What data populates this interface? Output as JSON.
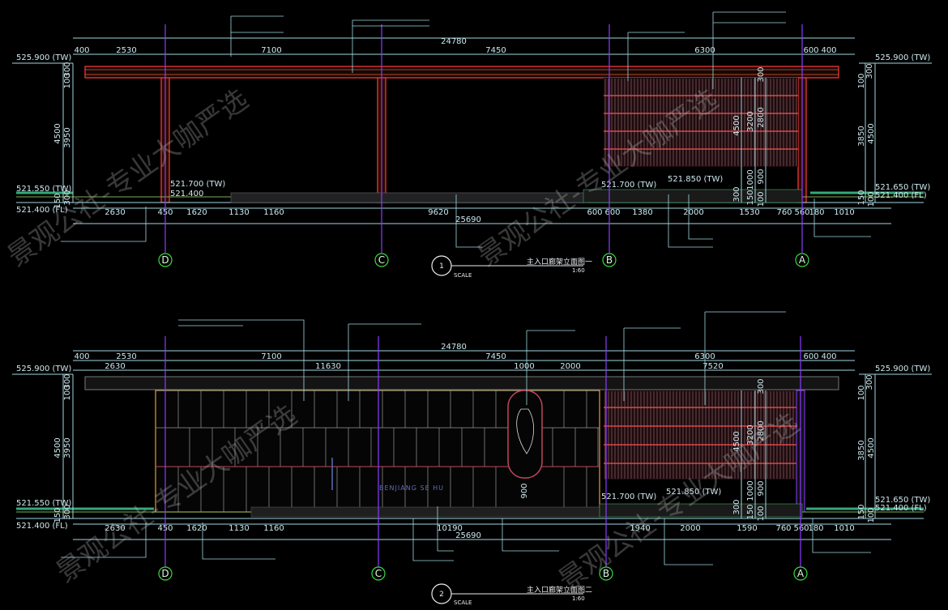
{
  "colors": {
    "background": "#000000",
    "dimension": "#9fd6e0",
    "structure_red": "#ff3b3b",
    "post_orange": "#e0a030",
    "grid_circle": "#3cdc3c",
    "axis_purple": "#8a3cff",
    "screen_maroon": "#c0485c",
    "watermark": "#c8c8c8"
  },
  "elevation1": {
    "title": "主入口廊架立面图一",
    "number": "1",
    "scale_label": "SCALE",
    "scale_value": "1:60",
    "top_dims": [
      "400",
      "2530",
      "7100",
      "7450",
      "6300",
      "600",
      "400"
    ],
    "overall_top": "24780",
    "bottom_dims": [
      "2630",
      "450",
      "1620",
      "1130",
      "1160",
      "9620",
      "600",
      "600",
      "1380",
      "2000",
      "1530",
      "760",
      "560",
      "180",
      "1010"
    ],
    "overall_bottom": "25690",
    "levels": {
      "top_left": "525.900 (TW)",
      "top_right": "525.900 (TW)",
      "mid_left": "521.550 (TW)",
      "floor_left": "521.400 (FL)",
      "step1": "521.700 (TW)",
      "step2": "521.400",
      "step3": "521.700 (TW)",
      "step4": "521.850 (TW)",
      "right_mid": "521.650 (TW)",
      "right_low": "521.400 (FL)"
    },
    "left_vert_dims": [
      "100",
      "300",
      "4500",
      "3950",
      "300",
      "150"
    ],
    "right_vert_dims": [
      "100",
      "300",
      "3850",
      "4500",
      "150",
      "100"
    ],
    "screen_dims": [
      "4500",
      "3200",
      "2800",
      "300",
      "1000",
      "900",
      "300",
      "150",
      "100"
    ],
    "grid_labels": [
      "D",
      "C",
      "B",
      "A"
    ]
  },
  "elevation2": {
    "title": "主入口廊架立面图二",
    "number": "2",
    "scale_label": "SCALE",
    "scale_value": "1:60",
    "top_dims": [
      "400",
      "2530",
      "7100",
      "7450",
      "6300",
      "600",
      "400"
    ],
    "overall_top": "24780",
    "second_row": [
      "2630",
      "11630",
      "1000",
      "2000",
      "7520"
    ],
    "bottom_dims": [
      "2630",
      "450",
      "1620",
      "1130",
      "1160",
      "10190",
      "1940",
      "2000",
      "1590",
      "760",
      "560",
      "180",
      "1010"
    ],
    "overall_bottom": "25690",
    "levels": {
      "top_left": "525.900 (TW)",
      "top_right": "525.900 (TW)",
      "mid_left": "521.550 (TW)",
      "floor_left": "521.400 (FL)",
      "step3": "521.700 (TW)",
      "step4": "521.850 (TW)",
      "right_mid": "521.650 (TW)",
      "right_low": "521.400 (FL)"
    },
    "sign_text": "BENJIANG SE HU",
    "door_dim": "900",
    "left_vert_dims": [
      "100",
      "300",
      "4500",
      "3950",
      "300",
      "150"
    ],
    "right_vert_dims": [
      "100",
      "300",
      "3850",
      "4500",
      "150",
      "100"
    ],
    "screen_dims": [
      "4500",
      "3200",
      "2800",
      "300",
      "1000",
      "900",
      "300",
      "150",
      "100"
    ],
    "grid_labels": [
      "D",
      "C",
      "B",
      "A"
    ]
  },
  "watermark": "景观公社-专业大咖严选"
}
